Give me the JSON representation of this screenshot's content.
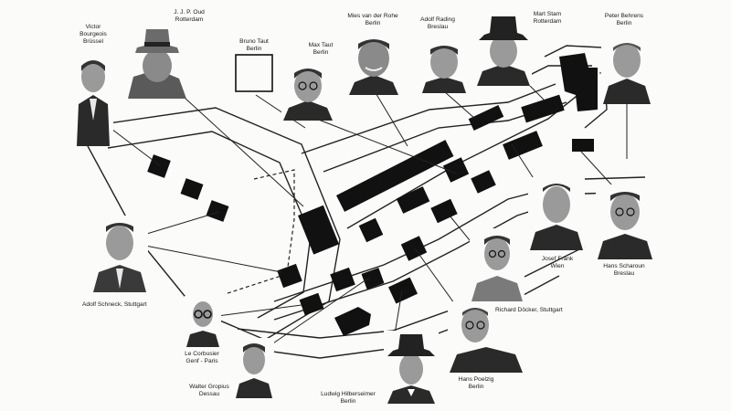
{
  "labels": {
    "bourgeois": {
      "line1": "Victor",
      "line2": "Bourgeois",
      "line3": "Brüssel"
    },
    "oud": {
      "line1": "J. J. P. Oud",
      "line2": "Rotterdam"
    },
    "bruno_taut": {
      "line1": "Bruno Taut",
      "line2": "Berlin"
    },
    "max_taut": {
      "line1": "Max Taut",
      "line2": "Berlin"
    },
    "mies": {
      "line1": "Mies van der Rohe",
      "line2": "Berlin"
    },
    "rading": {
      "line1": "Adolf Rading",
      "line2": "Breslau"
    },
    "stam": {
      "line1": "Mart Stam",
      "line2": "Rotterdam"
    },
    "behrens": {
      "line1": "Peter Behrens",
      "line2": "Berlin"
    },
    "frank": {
      "line1": "Josef Frank",
      "line2": "Wien"
    },
    "scharoun": {
      "line1": "Hans Scharoun",
      "line2": "Breslau"
    },
    "schneck": {
      "line1": "Adolf Schneck, Stuttgart"
    },
    "corbusier": {
      "line1": "Le Corbusier",
      "line2": "Genf - Paris"
    },
    "gropius": {
      "line1": "Walter Gropius",
      "line2": "Dessau"
    },
    "hilberseimer": {
      "line1": "Ludwig Hilberseimer",
      "line2": "Berlin"
    },
    "poelzig": {
      "line1": "Hans Poelzig",
      "line2": "Berlin"
    },
    "docker": {
      "line1": "Richard Döcker, Stuttgart"
    }
  },
  "colors": {
    "ink": "#111111",
    "paper": "#fbfbfa",
    "photo_bg": "#cfcfcf"
  }
}
